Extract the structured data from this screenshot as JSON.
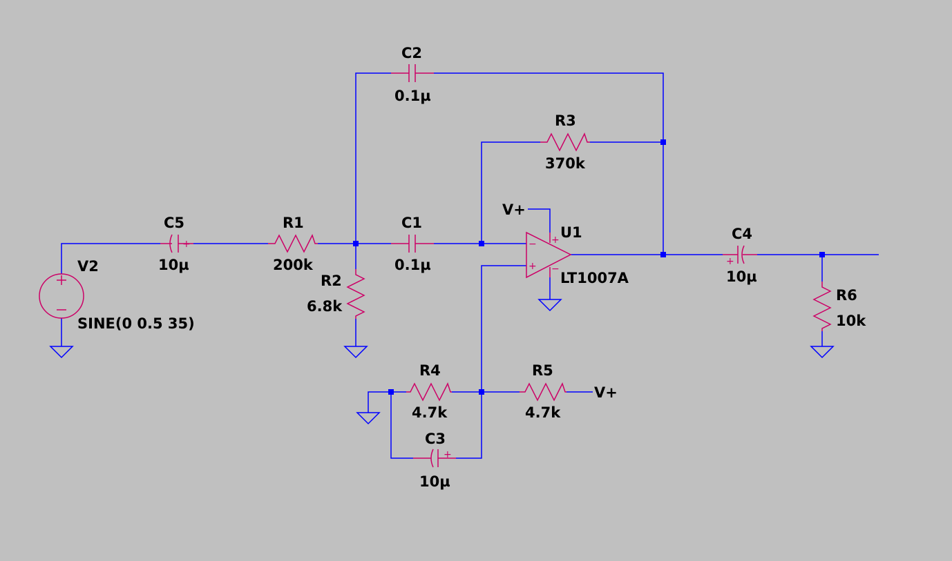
{
  "colors": {
    "background": "#c0c0c0",
    "wire": "#0000ff",
    "component": "#cc0066",
    "label": "#000000"
  },
  "components": {
    "V2": {
      "ref": "V2",
      "value": "SINE(0 0.5 35)"
    },
    "C5": {
      "ref": "C5",
      "value": "10µ"
    },
    "R1": {
      "ref": "R1",
      "value": "200k"
    },
    "R2": {
      "ref": "R2",
      "value": "6.8k"
    },
    "C1": {
      "ref": "C1",
      "value": "0.1µ"
    },
    "C2": {
      "ref": "C2",
      "value": "0.1µ"
    },
    "R3": {
      "ref": "R3",
      "value": "370k"
    },
    "U1": {
      "ref": "U1",
      "value": "LT1007A"
    },
    "C4": {
      "ref": "C4",
      "value": "10µ"
    },
    "R6": {
      "ref": "R6",
      "value": "10k"
    },
    "R4": {
      "ref": "R4",
      "value": "4.7k"
    },
    "R5": {
      "ref": "R5",
      "value": "4.7k"
    },
    "C3": {
      "ref": "C3",
      "value": "10µ"
    }
  },
  "net_labels": {
    "vplus_top": "V+",
    "vplus_right": "V+"
  },
  "pin_marks": {
    "plus": "+",
    "minus": "−"
  }
}
